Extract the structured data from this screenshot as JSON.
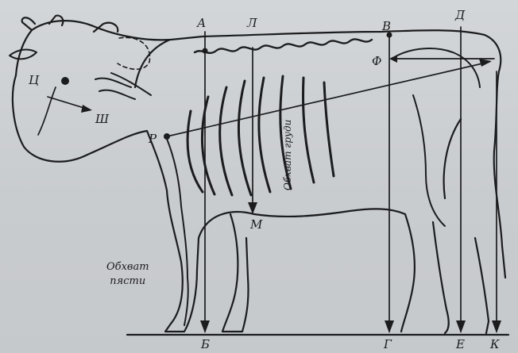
{
  "points": {
    "A": "А",
    "L": "Л",
    "V": "В",
    "D": "Д",
    "F": "Ф",
    "Ts": "Ц",
    "Sh": "Ш",
    "R": "Р",
    "M": "М",
    "B": "Б",
    "G": "Г",
    "E": "Е",
    "K": "К"
  },
  "labels": {
    "chest_girth": "Обхват груди",
    "pastern_girth_line1": "Обхват",
    "pastern_girth_line2": "пясти"
  },
  "colors": {
    "ink": "#1b1c1e",
    "paper": "#cdd0d2"
  }
}
